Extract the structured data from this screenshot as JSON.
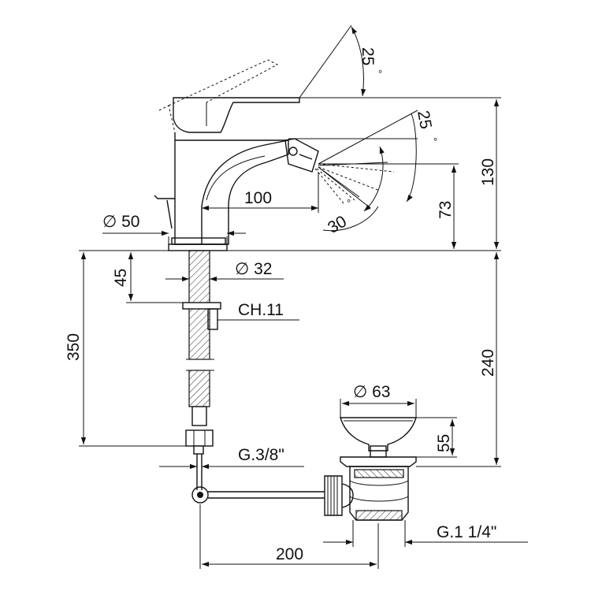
{
  "dimensions": {
    "handle_angle": "25",
    "spout_angle": "25",
    "jet_angle": "30",
    "degree_mark": "°",
    "spout_reach": "100",
    "base_diameter": "∅ 50",
    "total_height": "130",
    "spout_height": "73",
    "shank_length": "45",
    "shank_diameter": "∅ 32",
    "nut_size": "CH.11",
    "hose_length": "350",
    "drain_height": "240",
    "drain_diameter": "∅ 63",
    "plug_height": "55",
    "hose_thread": "G.3/8\"",
    "waste_thread": "G.1 1/4\"",
    "rod_length": "200"
  }
}
